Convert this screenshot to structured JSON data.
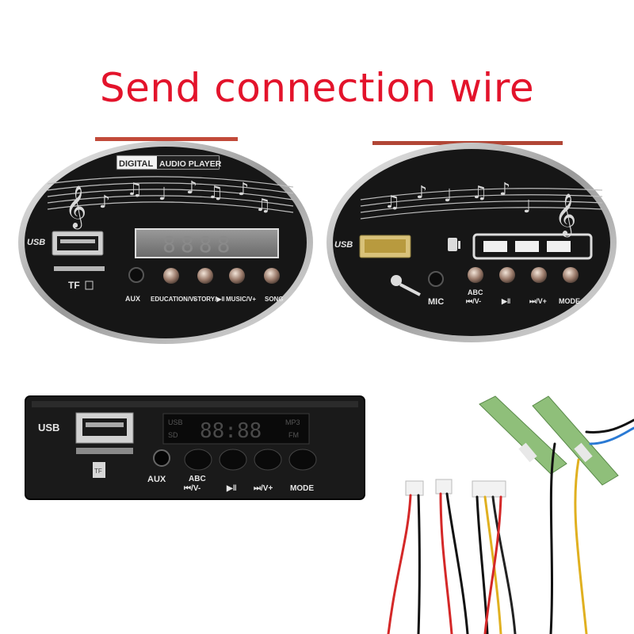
{
  "headline": "Send connection wire",
  "player_oval_1": {
    "brand_a": "DIGITAL",
    "brand_b": "AUDIO PLAYER",
    "usb": "USB",
    "tf": "TF",
    "display": "8888",
    "buttons": [
      "AUX",
      "EDUCATION/V-",
      "STORY/▶‖",
      "MUSIC/V+",
      "SONG"
    ]
  },
  "player_oval_2": {
    "usb": "USB",
    "mic": "MIC",
    "buttons": [
      "ABC",
      "⏮/V-",
      "▶‖",
      "⏭/V+",
      "MODE"
    ]
  },
  "player_rect": {
    "usb": "USB",
    "tf": "TF",
    "aux": "AUX",
    "display": "88:88",
    "lcd_usb": "USB",
    "lcd_sd": "SD",
    "lcd_mp3": "MP3",
    "lcd_fm": "FM",
    "buttons": [
      "ABC",
      "⏮/V-",
      "▶‖",
      "⏭/V+",
      "MODE"
    ]
  },
  "colors": {
    "headline": "#e3132b",
    "panel": "#1a1a1a",
    "pcb": "#8fbf7a"
  }
}
